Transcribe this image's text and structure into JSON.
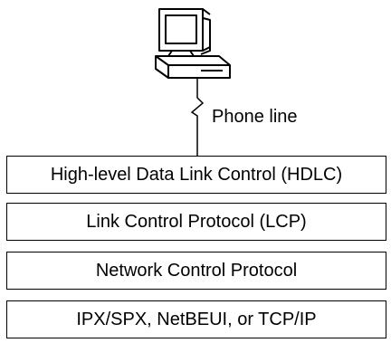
{
  "diagram": {
    "link_label": "Phone line",
    "layers": [
      "High-level Data Link Control (HDLC)",
      "Link Control Protocol (LCP)",
      "Network Control Protocol",
      "IPX/SPX, NetBEUI, or TCP/IP"
    ]
  }
}
